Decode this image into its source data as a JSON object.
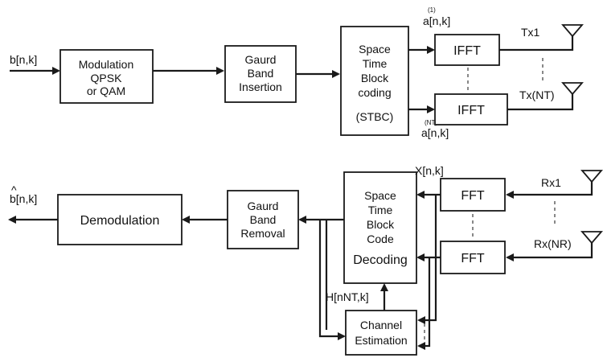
{
  "top": {
    "input_label": "b[n,k]",
    "modulation": [
      "Modulation",
      "QPSK",
      "or QAM"
    ],
    "guard_insert": [
      "Gaurd",
      "Band",
      "Insertion"
    ],
    "stbc": [
      "Space",
      "Time",
      "Block",
      "coding",
      "(STBC)"
    ],
    "ifft_label": "IFFT",
    "a_top": "a[n,k]",
    "a_top_sup": "(1)",
    "a_bottom": "a[n,k]",
    "a_bottom_sup": "(NT)",
    "tx1": "Tx1",
    "txn": "Tx(NT)"
  },
  "bottom": {
    "output_label": "b[n,k]",
    "output_hat": "^",
    "demodulation": "Demodulation",
    "guard_remove": [
      "Gaurd",
      "Band",
      "Removal"
    ],
    "stbd": [
      "Space",
      "Time",
      "Block",
      "Code",
      "Decoding"
    ],
    "fft_label": "FFT",
    "x_label": "X[n,k]",
    "h_label": "H[nNT,k]",
    "channel": [
      "Channel",
      "Estimation"
    ],
    "rx1": "Rx1",
    "rxn": "Rx(NR)"
  }
}
